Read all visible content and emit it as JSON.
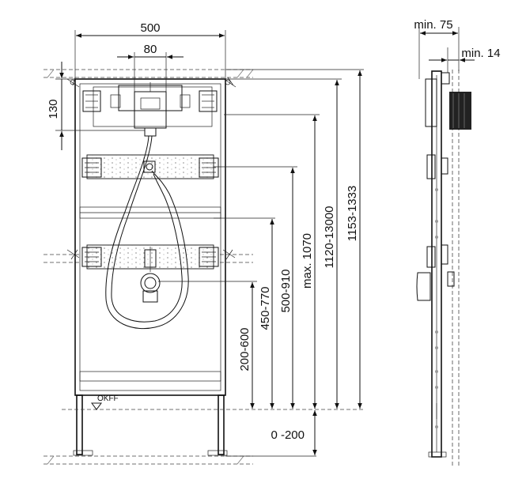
{
  "front": {
    "width_label": "500",
    "spacing_label": "80",
    "height_small_label": "130",
    "floor_label": "OKFF",
    "dim_0": "0 -200",
    "dim_1": "200-600",
    "dim_2": "450-770",
    "dim_3": "500-910",
    "dim_4": "max. 1070",
    "dim_5": "1120-13000",
    "dim_6": "1153-1333"
  },
  "side": {
    "min75_label": "min. 75",
    "min14_label": "min. 14"
  },
  "colors": {
    "line": "#111111",
    "background": "#ffffff"
  }
}
